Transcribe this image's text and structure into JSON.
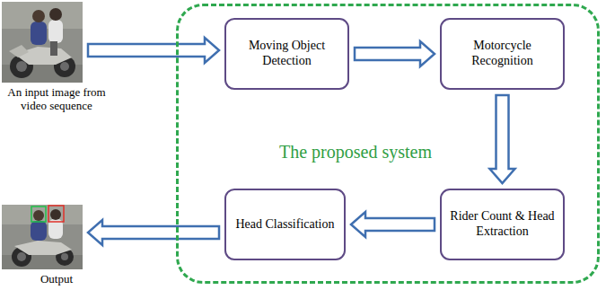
{
  "diagram": {
    "nodes": [
      {
        "text": [
          "An input image from video sequence"
        ]
      },
      {
        "text": [
          "The proposed system"
        ]
      },
      {
        "text": [
          "Moving Object Detection"
        ],
        "in": 1
      },
      {
        "text": [
          "Motorcycle Recognition"
        ],
        "in": 1
      },
      {
        "text": [
          "Rider Count & Head Extraction"
        ],
        "in": 1
      },
      {
        "text": [
          "Head Classification"
        ],
        "in": 1
      },
      {
        "text": [
          "Output"
        ]
      }
    ],
    "edges": [
      {
        "from": 0,
        "to": 2,
        "arrow": "to"
      },
      {
        "from": 2,
        "to": 3,
        "arrow": "to"
      },
      {
        "from": 3,
        "to": 4,
        "arrow": "to"
      },
      {
        "from": 4,
        "to": 5,
        "arrow": "to"
      },
      {
        "from": 5,
        "to": 6,
        "arrow": "to"
      }
    ]
  }
}
